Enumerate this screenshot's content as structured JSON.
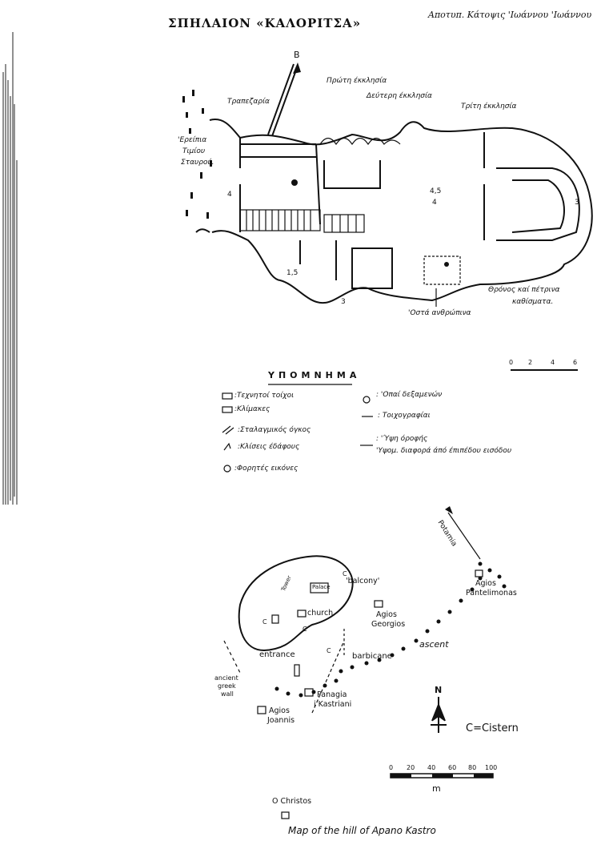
{
  "header": {
    "title": "ΣΠΗΛΑΙΟΝ «ΚΑΛΟΡΙΤΣΑ»",
    "credit": "Αποτυπ. Κάτοψις  'Ιωάννου 'Ιωάννου"
  },
  "cave_plan": {
    "north_label": "B",
    "labels": {
      "trapezaria": "Τραπεζαρία",
      "proti_ekklisia": "Πρώτη έκκλησία",
      "defteri_ekklisia": "Δεύτερη έκκλησία",
      "triti_ekklisia": "Τρίτη έκκλησία",
      "ereipia": "'Ερείπια",
      "timiou": "Τιμίου",
      "stavrou": "Σταυρού.",
      "height_main": "4,5",
      "height_main_sub": "4",
      "height_entry": "4",
      "height_small": "1,5",
      "height_right": "3",
      "height_bottom": "3",
      "thronos": "Θρόνος καί πέτρινα",
      "kathismata": "καθίσματα.",
      "osta": "'Οστά ανθρώπινα"
    },
    "scale_ticks": [
      "0",
      "2",
      "4",
      "6"
    ]
  },
  "legend": {
    "title": "ΥΠΟΜΝΗΜΑ",
    "items_left": [
      ":Τεχνητοί τοίχοι",
      ":Κλίμακες",
      ":Σταλαγμικός όγκος",
      ":Κλίσεις έδάφους",
      ":Φορητές εικόνες"
    ],
    "items_right": [
      ": 'Οπαί δεξαμενών",
      ": Τοιχογραφίαι",
      ": 'Ύψη όροφής",
      "'Υψομ. διαφορά άπό έπιπέδου εισόδου"
    ]
  },
  "hill_map": {
    "labels": {
      "potamia": "Potamia",
      "balcony": "'balcony'",
      "palace": "Palace",
      "tower": "Tower",
      "church": "church",
      "agios_georgios_1": "Agios",
      "agios_georgios_2": "Georgios",
      "agios_pantelimonas_1": "Agios",
      "agios_pantelimonas_2": "Pantelimonas",
      "ascent": "ascent",
      "barbicane": "barbicane",
      "entrance": "entrance",
      "ancient_1": "ancient",
      "ancient_2": "greek",
      "ancient_3": "wall",
      "panagia_1": "Panagia",
      "panagia_2": "i Kastriani",
      "agios_joannis_1": "Agios",
      "agios_joannis_2": "Joannis",
      "o_christos": "O Christos",
      "cistern_key": "C=Cistern",
      "north": "N",
      "c": "C"
    },
    "scale_ticks": [
      "0",
      "20",
      "40",
      "60",
      "80",
      "100"
    ],
    "scale_unit": "m",
    "caption": "Map of the hill of Apano Kastro"
  }
}
